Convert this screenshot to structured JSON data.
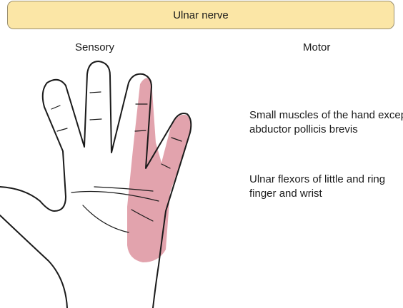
{
  "title": "Ulnar nerve",
  "columns": {
    "sensory": "Sensory",
    "motor": "Motor"
  },
  "motor_items": [
    "Small muscles of the hand except abductor pollicis brevis",
    "Ulnar flexors of little and ring finger and wrist"
  ],
  "colors": {
    "banner_fill": "#fbe6a6",
    "sensory_area": "#e2a3ad",
    "outline": "#1a1a1a"
  }
}
